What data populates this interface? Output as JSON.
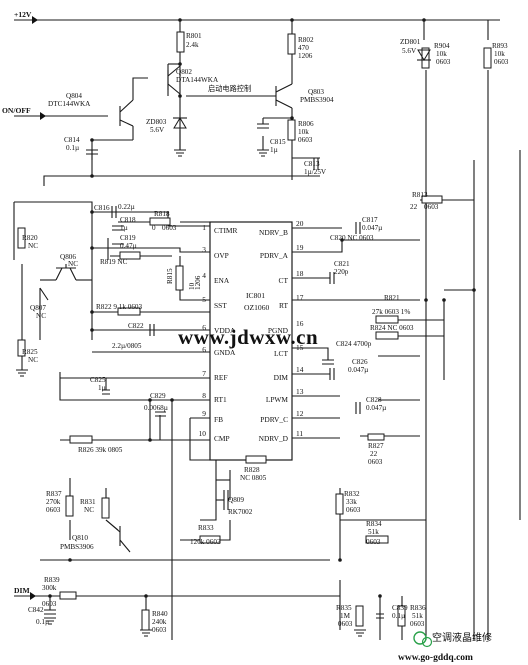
{
  "rails": {
    "vcc": "+12V",
    "on_off": "ON/OFF",
    "dim": "DIM"
  },
  "ic": {
    "ref": "IC801",
    "part": "OZ1060",
    "pins_left": [
      {
        "num": "1",
        "name": "CTIMR"
      },
      {
        "num": "3",
        "name": "OVP"
      },
      {
        "num": "4",
        "name": "ENA"
      },
      {
        "num": "5",
        "name": "SST"
      },
      {
        "num": "6",
        "name": "VDDA"
      },
      {
        "num": "6",
        "name": "GNDA"
      },
      {
        "num": "7",
        "name": "REF"
      },
      {
        "num": "8",
        "name": "RT1"
      },
      {
        "num": "9",
        "name": "FB"
      },
      {
        "num": "10",
        "name": "CMP"
      }
    ],
    "pins_right": [
      {
        "num": "20",
        "name": "NDRV_B"
      },
      {
        "num": "19",
        "name": "PDRV_A"
      },
      {
        "num": "18",
        "name": "CT"
      },
      {
        "num": "17",
        "name": "RT"
      },
      {
        "num": "16",
        "name": "PGND"
      },
      {
        "num": "15",
        "name": "LCT"
      },
      {
        "num": "14",
        "name": "DIM"
      },
      {
        "num": "13",
        "name": "LPWM"
      },
      {
        "num": "12",
        "name": "PDRV_C"
      },
      {
        "num": "11",
        "name": "NDRV_D"
      }
    ]
  },
  "transistors": {
    "q802": [
      "Q802",
      "DTA144WKA"
    ],
    "q803": [
      "Q803",
      "PMBS3904"
    ],
    "q804": [
      "Q804",
      "DTC144WKA"
    ],
    "q806": [
      "Q806",
      "NC"
    ],
    "q807": [
      "Q807",
      "NC"
    ],
    "q809": [
      "Q809",
      "RK7002"
    ],
    "q810": [
      "Q810",
      "PMBS3906"
    ]
  },
  "zeners": {
    "zd803": [
      "ZD803",
      "5.6V"
    ],
    "zd801": [
      "ZD801",
      "5.6V"
    ]
  },
  "resistors": {
    "r801": [
      "R801",
      "2.4k"
    ],
    "r802": [
      "R802",
      "470",
      "1206"
    ],
    "r806": [
      "R806",
      "10k",
      "0603"
    ],
    "r904": [
      "R904",
      "10k",
      "0603"
    ],
    "r893": [
      "R893",
      "10k",
      "0603"
    ],
    "r813": [
      "R813",
      "22",
      "0603"
    ],
    "r818": [
      "R818",
      "0",
      "0603"
    ],
    "r819": "R819 NC",
    "r820": [
      "R820",
      "NC"
    ],
    "r825": [
      "R825",
      "NC"
    ],
    "r815": [
      "R815",
      "10",
      "1206"
    ],
    "r822": "R822 9.1k 0603",
    "r821": [
      "R821",
      "27k 0603 1%"
    ],
    "r824": "R824 NC 0603",
    "r826": "R826 39k 0805",
    "r827": [
      "R827",
      "22",
      "0603"
    ],
    "r828": [
      "R828",
      "NC 0805"
    ],
    "r831": [
      "R831",
      "NC"
    ],
    "r832": [
      "R832",
      "33k",
      "0603"
    ],
    "r833": "R833",
    "r833_val": "120k 0603",
    "r834": [
      "R834",
      "51k",
      "0603"
    ],
    "r835": [
      "R835",
      "1M",
      "0603"
    ],
    "r836": [
      "R836",
      "51k",
      "0603"
    ],
    "r837": [
      "R837",
      "270k",
      "0603"
    ],
    "r839": [
      "R839",
      "300k",
      "0603"
    ],
    "r840": [
      "R840",
      "240k",
      "0603"
    ]
  },
  "capacitors": {
    "c814": [
      "C814",
      "0.1µ"
    ],
    "c815": [
      "C815",
      "1µ"
    ],
    "c813": [
      "C813",
      "1µ/25V"
    ],
    "c816": [
      "C816",
      "0.22µ"
    ],
    "c818": [
      "C818",
      "1µ"
    ],
    "c819": [
      "C819",
      "0.47µ"
    ],
    "c817": [
      "C817",
      "0.047µ"
    ],
    "c820": "C820 NC 0603",
    "c821": [
      "C821",
      "220p"
    ],
    "c822": [
      "C822",
      "2.2µ/0805"
    ],
    "c824": "C824 4700p",
    "c826": [
      "C826",
      "0.047µ"
    ],
    "c825": [
      "C825",
      "1µ"
    ],
    "c828": [
      "C828",
      "0.047µ"
    ],
    "c829": [
      "C829",
      "0.0068µ"
    ],
    "c839": [
      "C839",
      "0.1µ"
    ],
    "c842": [
      "C842",
      "0.1µ"
    ]
  },
  "annotations": {
    "startup_control": "启动电路控制"
  },
  "watermarks": {
    "site": "www.jdwxw.cn",
    "url": "www.go-gddq.com",
    "brand": "空调液晶维修"
  }
}
